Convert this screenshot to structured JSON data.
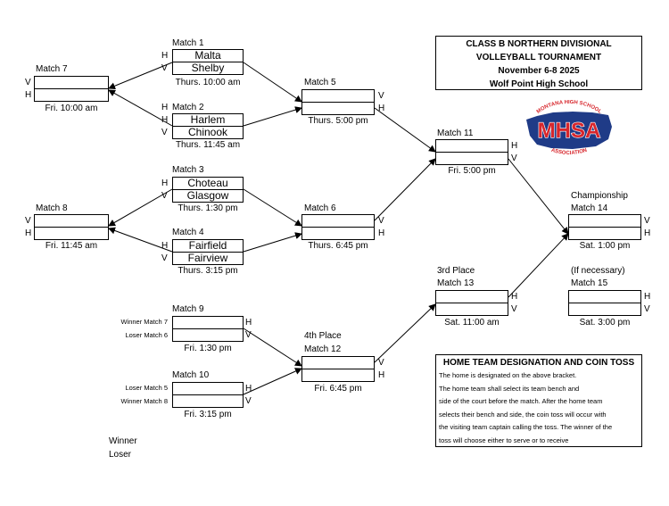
{
  "title": {
    "line1": "CLASS B NORTHERN DIVISIONAL",
    "line2": "VOLLEYBALL TOURNAMENT",
    "line3": "November 6-8 2025",
    "line4": "Wolf Point High School"
  },
  "logo": {
    "text": "MHSA",
    "arc_top": "MONTANA HIGH SCHOOL",
    "arc_bottom": "ASSOCIATION",
    "color": "#d7262c",
    "state_color": "#1f3b87"
  },
  "h": "H",
  "v": "V",
  "matches": {
    "m1": {
      "label": "Match 1",
      "team_h": "Malta",
      "team_v": "Shelby",
      "time": "Thurs. 10:00 am"
    },
    "m2": {
      "label": "Match 2",
      "team_h": "Harlem",
      "team_v": "Chinook",
      "time": "Thurs. 11:45 am"
    },
    "m3": {
      "label": "Match 3",
      "team_h": "Choteau",
      "team_v": "Glasgow",
      "time": "Thurs. 1:30 pm"
    },
    "m4": {
      "label": "Match 4",
      "team_h": "Fairfield",
      "team_v": "Fairview",
      "time": "Thurs. 3:15 pm"
    },
    "m5": {
      "label": "Match 5",
      "time": "Thurs. 5:00 pm"
    },
    "m6": {
      "label": "Match 6",
      "time": "Thurs. 6:45 pm"
    },
    "m7": {
      "label": "Match 7",
      "time": "Fri. 10:00 am"
    },
    "m8": {
      "label": "Match 8",
      "time": "Fri. 11:45 am"
    },
    "m9": {
      "label": "Match 9",
      "src_h": "Winner Match 7",
      "src_v": "Loser Match 6",
      "time": "Fri. 1:30 pm"
    },
    "m10": {
      "label": "Match 10",
      "src_h": "Loser Match 5",
      "src_v": "Winner Match 8",
      "time": "Fri. 3:15 pm"
    },
    "m11": {
      "label": "Match 11",
      "time": "Fri. 5:00 pm"
    },
    "m12": {
      "label": "Match 12",
      "round": "4th Place",
      "time": "Fri. 6:45 pm"
    },
    "m13": {
      "label": "Match 13",
      "round": "3rd Place",
      "time": "Sat. 11:00 am"
    },
    "m14": {
      "label": "Match 14",
      "round": "Championship",
      "time": "Sat. 1:00 pm"
    },
    "m15": {
      "label": "Match 15",
      "round": "(If necessary)",
      "time": "Sat. 3:00 pm"
    }
  },
  "notes": {
    "heading": "HOME TEAM DESIGNATION AND COIN TOSS",
    "lines": [
      "The home is designated on the above bracket.",
      "The home team shall select its team bench and",
      "side of the court before the match.  After the home team",
      "selects their bench and side, the coin toss will occur with",
      "the visiting team captain calling the toss.  The winner of the",
      "toss will choose either to serve or to receive"
    ]
  },
  "legend": {
    "winner": "Winner",
    "loser": "Loser"
  }
}
